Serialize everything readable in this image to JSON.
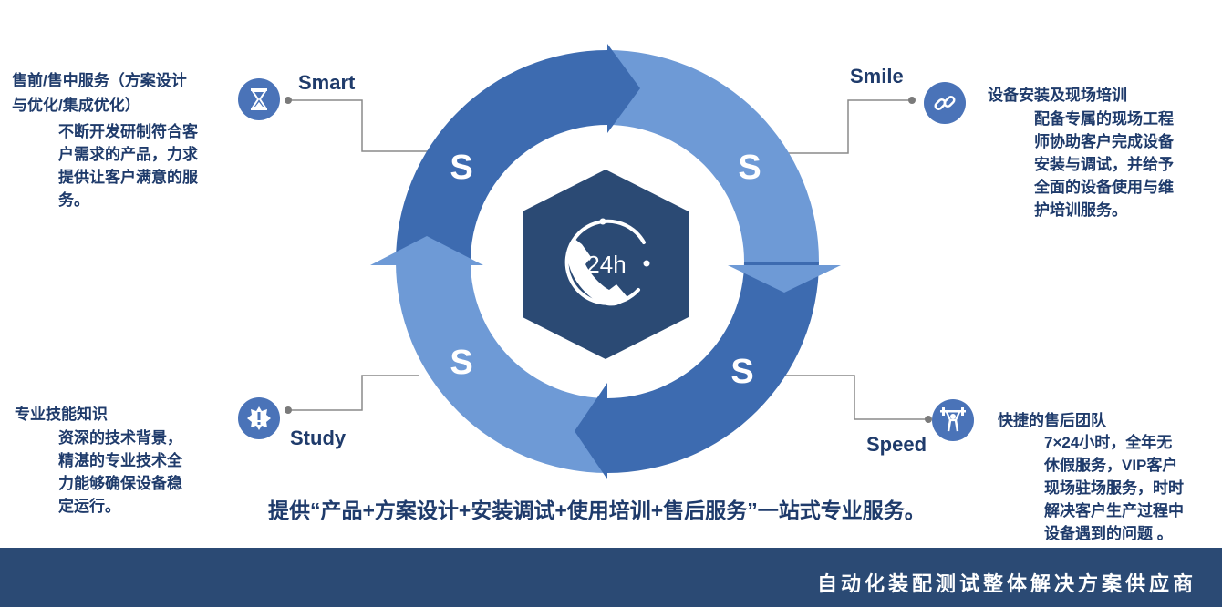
{
  "quadrants": {
    "smart": {
      "label": "Smart",
      "letter": "S",
      "icon": "hourglass-icon",
      "title_lines": [
        "售前/售中服务（方案设计",
        "与优化/集成优化）"
      ],
      "body": "不断开发研制符合客\n户需求的产品，力求\n提供让客户满意的服\n务。"
    },
    "smile": {
      "label": "Smile",
      "letter": "S",
      "icon": "link-icon",
      "title": "设备安装及现场培训",
      "body": "配备专属的现场工程\n师协助客户完成设备\n安装与调试，并给予\n全面的设备使用与维\n护培训服务。"
    },
    "study": {
      "label": "Study",
      "letter": "S",
      "icon": "alert-badge-icon",
      "title": "专业技能知识",
      "body": "资深的技术背景，\n精湛的专业技术全\n力能够确保设备稳\n定运行。"
    },
    "speed": {
      "label": "Speed",
      "letter": "S",
      "icon": "weightlifter-icon",
      "title": "快捷的售后团队",
      "body": "7×24小时，全年无\n休假服务，VIP客户\n现场驻场服务，时时\n解决客户生产过程中\n设备遇到的问题 。"
    }
  },
  "center": {
    "text": "24h",
    "icon": "phone-24h-icon"
  },
  "summary": "提供“产品+方案设计+安装调试+使用培训+售后服务”一站式专业服务。",
  "footer": {
    "text": "自动化装配测试整体解决方案供应商"
  },
  "colors": {
    "ring_dark": "#3d6bb0",
    "ring_light": "#6e9ad6",
    "hexagon": "#2b4a74",
    "icon_circle": "#4a73b8",
    "text": "#1f3b6b",
    "footer_bg": "#2b4a74"
  }
}
